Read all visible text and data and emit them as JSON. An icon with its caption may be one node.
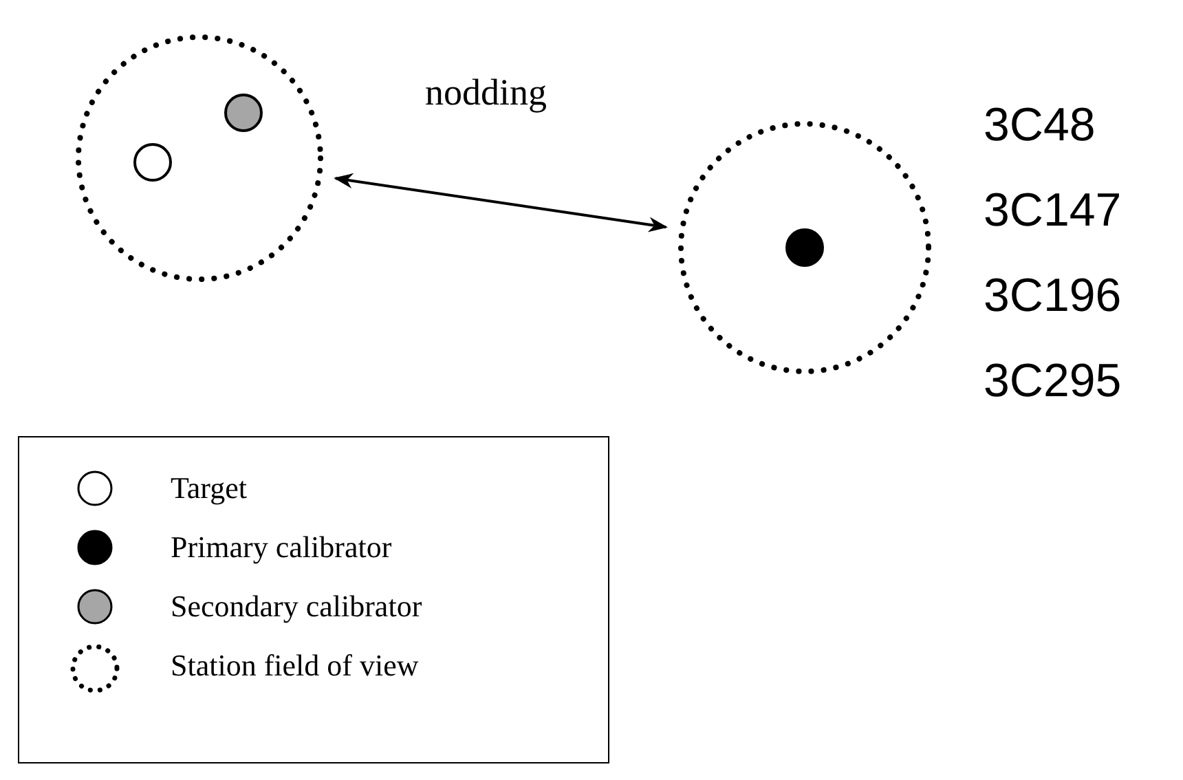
{
  "diagram": {
    "nodes": [
      {
        "text": [],
        "shape": "circle"
      },
      {
        "text": [],
        "shape": "circle",
        "in": 0
      },
      {
        "text": [],
        "shape": "circle",
        "in": 0
      },
      {
        "text": [],
        "shape": "circle"
      },
      {
        "text": [],
        "shape": "circle",
        "in": 3
      }
    ],
    "edges": [
      {
        "from": 0,
        "to": 3,
        "arrow": "both",
        "label": "nodding"
      }
    ],
    "labels": [
      "3C48",
      "3C147",
      "3C196",
      "3C295"
    ],
    "legend": [
      {
        "text": "Target"
      },
      {
        "text": "Primary calibrator",
        "color": "#000000"
      },
      {
        "text": "Secondary calibrator",
        "color": "#a6a6a6"
      },
      {
        "text": "Station field of view"
      }
    ]
  }
}
